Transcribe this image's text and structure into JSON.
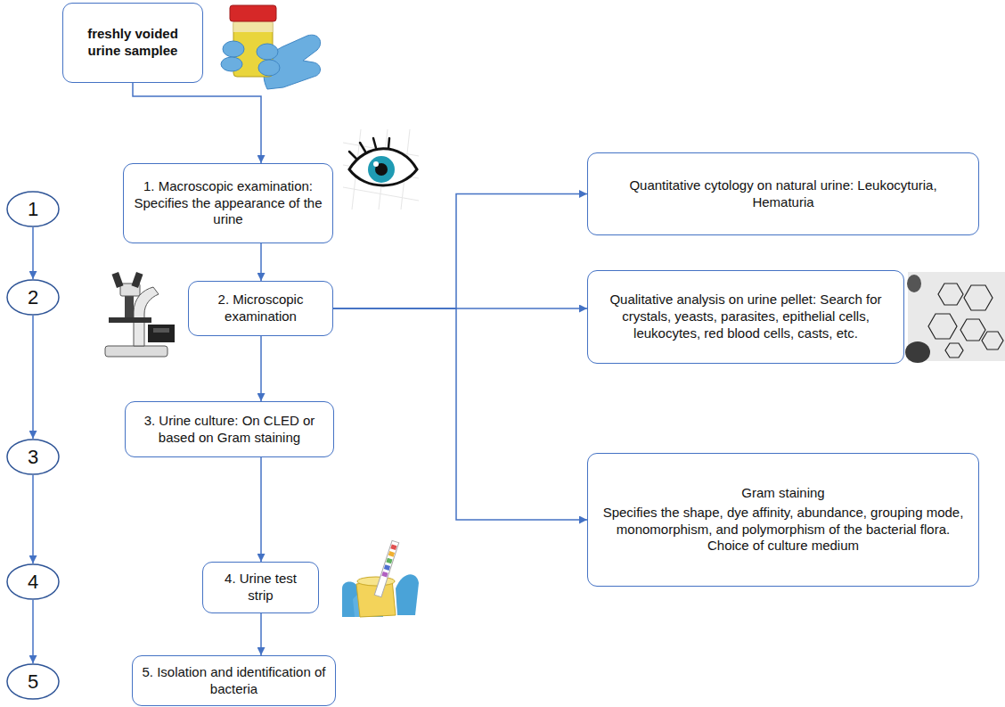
{
  "diagram": {
    "nodes": [
      {
        "text": [
          "freshly voided urine samplee"
        ]
      },
      {
        "text": [
          "1. Macroscopic examination: Specifies the appearance of the urine"
        ]
      },
      {
        "text": [
          "2. Microscopic examination"
        ]
      },
      {
        "text": [
          "3. Urine culture: On CLED or based on Gram staining"
        ]
      },
      {
        "text": [
          "4. Urine test strip"
        ]
      },
      {
        "text": [
          "5. Isolation and identification of bacteria"
        ]
      },
      {
        "text": [
          "Quantitative cytology on natural urine: Leukocyturia, Hematuria"
        ]
      },
      {
        "text": [
          "Qualitative analysis on urine pellet: Search for crystals, yeasts, parasites, epithelial cells, leukocytes, red blood cells, casts, etc."
        ]
      },
      {
        "text": [
          "Gram staining",
          "Specifies the shape, dye affinity, abundance, grouping mode, monomorphism, and polymorphism of the bacterial flora. Choice of culture medium"
        ]
      },
      {
        "text": [
          "1"
        ]
      },
      {
        "text": [
          "2"
        ]
      },
      {
        "text": [
          "3"
        ]
      },
      {
        "text": [
          "4"
        ]
      },
      {
        "text": [
          "5"
        ]
      }
    ],
    "edges": [
      {
        "from": 0,
        "to": 1,
        "arrow": "to"
      },
      {
        "from": 1,
        "to": 2,
        "arrow": "to"
      },
      {
        "from": 2,
        "to": 3,
        "arrow": "to"
      },
      {
        "from": 3,
        "to": 4,
        "arrow": "to"
      },
      {
        "from": 4,
        "to": 5,
        "arrow": "to"
      },
      {
        "from": 2,
        "to": 6,
        "arrow": "to"
      },
      {
        "from": 2,
        "to": 7,
        "arrow": "to"
      },
      {
        "from": 2,
        "to": 8,
        "arrow": "to"
      },
      {
        "from": 9,
        "to": 10,
        "arrow": "to"
      },
      {
        "from": 10,
        "to": 11,
        "arrow": "to"
      },
      {
        "from": 11,
        "to": 12,
        "arrow": "to"
      },
      {
        "from": 12,
        "to": 13,
        "arrow": "to"
      }
    ]
  }
}
